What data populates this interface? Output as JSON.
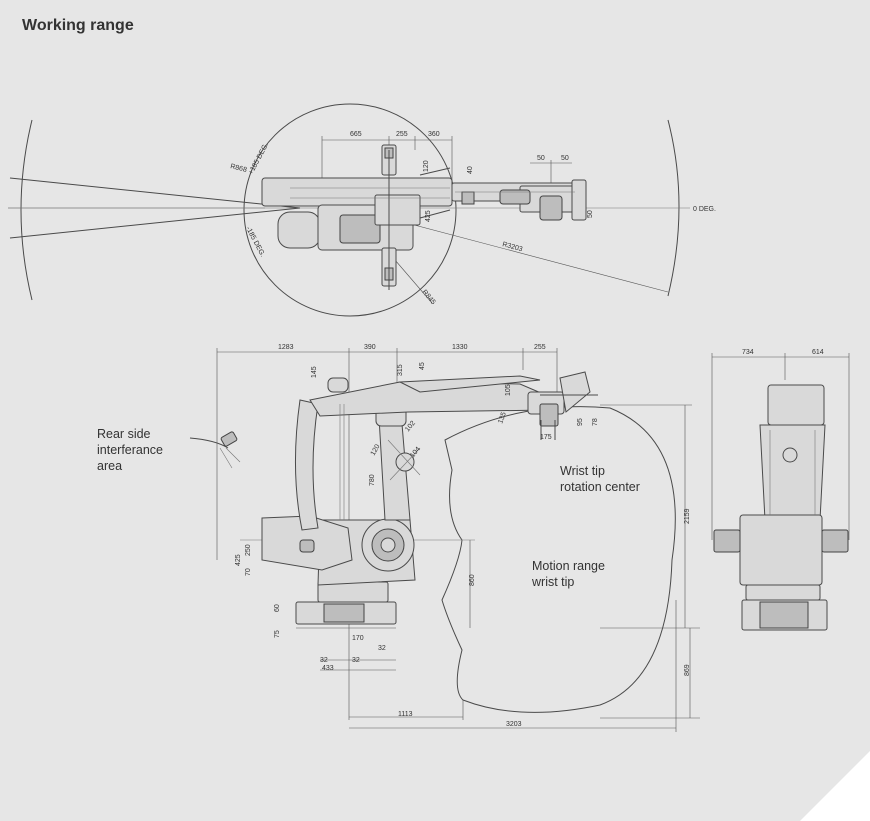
{
  "title": "Working range",
  "annotations": {
    "rear_side": [
      "Rear side",
      "interferance",
      "area"
    ],
    "wrist_tip_center": [
      "Wrist tip",
      "rotation center"
    ],
    "motion_range": [
      "Motion range",
      "wrist tip"
    ]
  },
  "top_view_dims": {
    "d665": "665",
    "d255": "255",
    "d360": "360",
    "d50a": "50",
    "d50b": "50",
    "d120": "120",
    "d40": "40",
    "d425": "425",
    "d50c": "50",
    "r868": "R868",
    "r3203": "R3203",
    "r845": "R845",
    "deg_pos": "+185 DEG.",
    "deg_neg": "-185 DEG.",
    "deg0": "0 DEG."
  },
  "side_view_dims": {
    "d1283": "1283",
    "d390": "390",
    "d1330": "1330",
    "d255": "255",
    "d145": "145",
    "d315": "315",
    "d45": "45",
    "d105": "105",
    "d135": "135",
    "d95": "95",
    "d78": "78",
    "d175": "175",
    "d102": "102",
    "d104": "104",
    "d120": "120",
    "d780": "780",
    "d250": "250",
    "d425": "425",
    "d70": "70",
    "d860": "860",
    "d2159": "2159",
    "d869": "869",
    "d60": "60",
    "d75": "75",
    "d170": "170",
    "d32a": "32",
    "d32b": "32",
    "d32c": "32",
    "d433": "433",
    "d1113": "1113",
    "d3203": "3203"
  },
  "front_view_dims": {
    "d734": "734",
    "d614": "614"
  }
}
